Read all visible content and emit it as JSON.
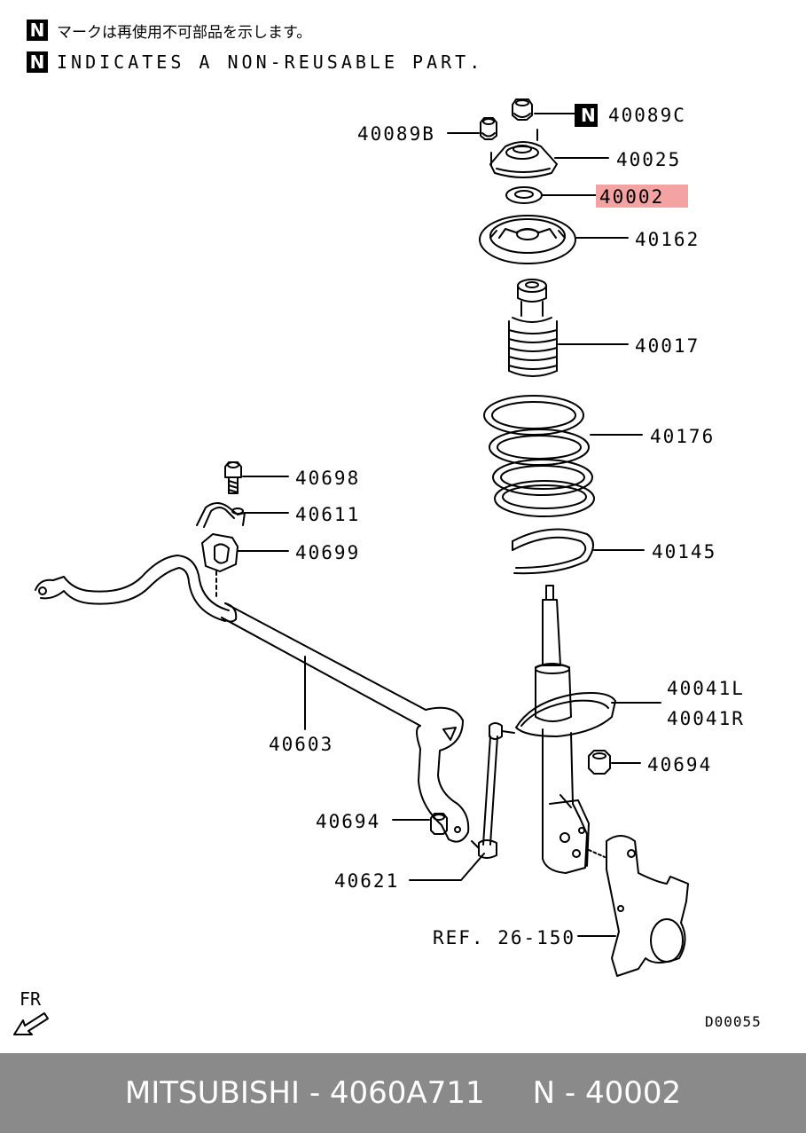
{
  "notes": {
    "badge": "N",
    "japanese": "マークは再使用不可部品を示します。",
    "english": "INDICATES A NON-REUSABLE PART."
  },
  "parts": {
    "p40089C": "40089C",
    "p40089B": "40089B",
    "p40025": "40025",
    "p40002": "40002",
    "p40162": "40162",
    "p40017": "40017",
    "p40176": "40176",
    "p40698": "40698",
    "p40611": "40611",
    "p40699": "40699",
    "p40145": "40145",
    "p40603": "40603",
    "p40041L": "40041L",
    "p40041R": "40041R",
    "p40694a": "40694",
    "p40694b": "40694",
    "p40621": "40621",
    "ref": "REF. 26-150"
  },
  "highlight_color": "#f4a3a3",
  "fr_label": "FR",
  "diagram_code": "D00055",
  "footer": {
    "text": "MITSUBISHI - 4060A711     N - 40002",
    "background": "#8a8a8a"
  }
}
